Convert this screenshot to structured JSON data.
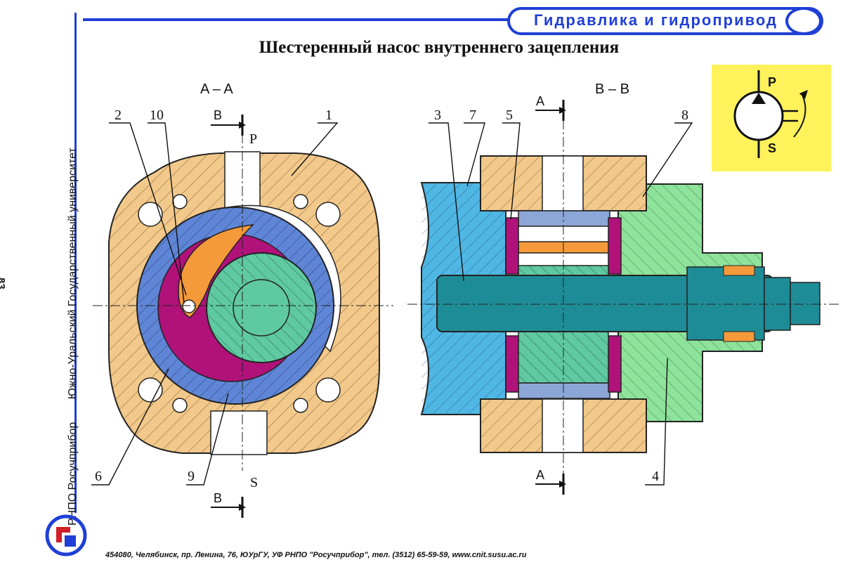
{
  "header": {
    "badge_text": "Гидравлика и гидропривод"
  },
  "title": "Шестеренный насос внутреннего зацепления",
  "sidebar": {
    "org1": "РНПО Росучприбор",
    "org2": "Южно-Уральский Государственный университет",
    "page_number": "83"
  },
  "footer": {
    "address": "454080, Челябинск, пр. Ленина, 76, ЮУрГУ, УФ РНПО \"Росучприбор\", тел. (3512) 65-59-59, www.cnit.susu.ac.ru"
  },
  "diagram": {
    "section_left": "A – A",
    "section_right": "B – B",
    "port_pressure": "P",
    "port_suction": "S",
    "cut_b_top": "B",
    "cut_b_bottom": "B",
    "cut_a_top": "A",
    "cut_a_bottom": "A",
    "symbol_p": "P",
    "symbol_s": "S",
    "labels": {
      "n1": "1",
      "n2": "2",
      "n3": "3",
      "n4": "4",
      "n5": "5",
      "n6": "6",
      "n7": "7",
      "n8": "8",
      "n9": "9",
      "n10": "10"
    }
  },
  "colors": {
    "accent": "#1f3fd6",
    "housing": "#f2c98a",
    "ring": "#5f86d6",
    "inner": "#b0127a",
    "gear": "#5fc9a2",
    "crescent": "#f59a3a",
    "cover_left": "#4fb7e3",
    "cover_right": "#8ee39a",
    "shaft": "#1e8c96",
    "symbol_bg": "#fff25a"
  }
}
